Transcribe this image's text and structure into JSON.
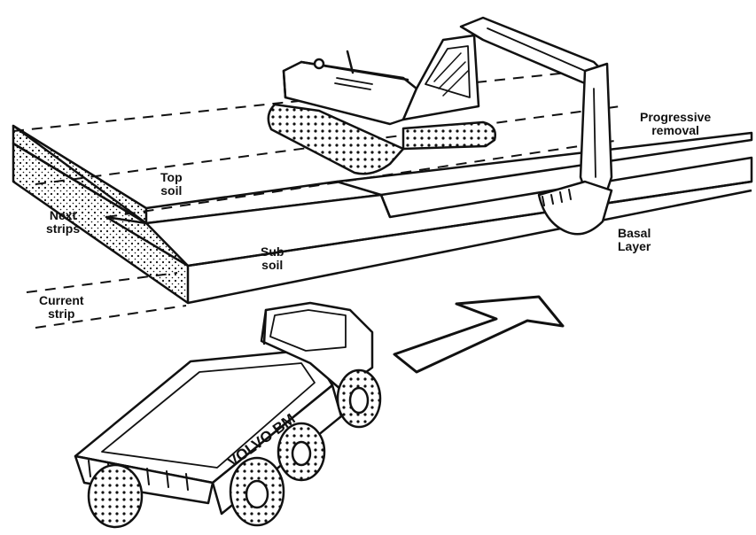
{
  "labels": {
    "top_soil": [
      "Top",
      "soil"
    ],
    "sub_soil": [
      "Sub",
      "soil"
    ],
    "next_strips": [
      "Next",
      "strips"
    ],
    "current_strip": [
      "Current",
      "strip"
    ],
    "progressive_removal": [
      "Progressive",
      "removal"
    ],
    "basal_layer": [
      "Basal",
      "Layer"
    ]
  },
  "truck": {
    "brand_text": "VOLVO BM"
  },
  "colors": {
    "ink": "#111111",
    "paper": "#ffffff"
  }
}
